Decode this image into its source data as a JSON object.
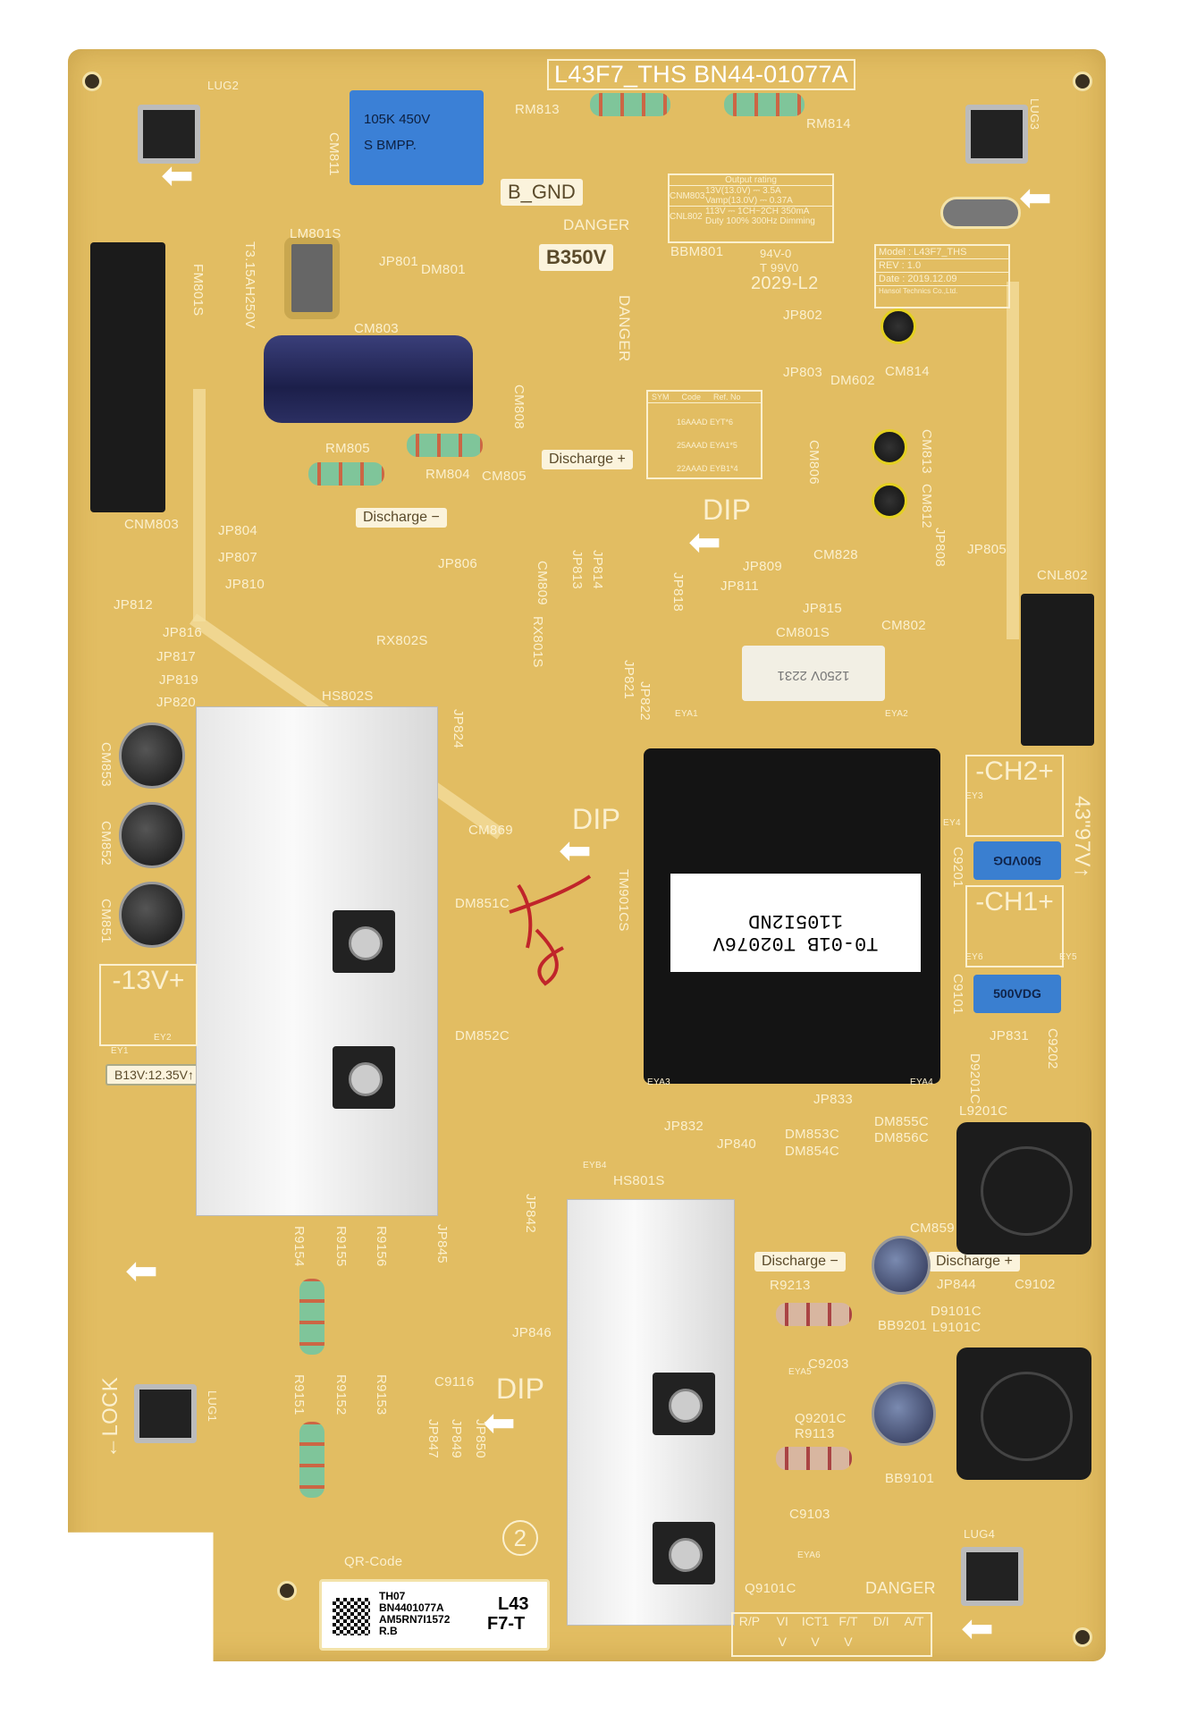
{
  "board_title": "L43F7_THS BN44-01077A",
  "cap_cm811": {
    "line1": "105K  450V",
    "line2": "S     BMPP."
  },
  "tags": {
    "b_gnd": "B_GND",
    "b350v": "B350V",
    "discharge_plus": "Discharge +",
    "discharge_minus": "Discharge −",
    "discharge_minus2": "Discharge −",
    "discharge_plus2": "Discharge +",
    "b13v": "B13V:12.35V↑"
  },
  "danger": [
    "DANGER",
    "DANGER",
    "DANGER"
  ],
  "dip": [
    "DIP",
    "DIP",
    "DIP"
  ],
  "output_rating": {
    "title": "Output rating",
    "rows": [
      {
        "conn": "CNM803",
        "l1": "13V(13.0V) ⎓ 3.5A",
        "l2": "Vamp(13.0V) ⎓ 0.37A"
      },
      {
        "conn": "CNL802",
        "l1": "113V ⎓ 1CH~2CH 350mA",
        "l2": "Duty 100% 300Hz Dimming"
      }
    ]
  },
  "model_box": {
    "model": "Model : L43F7_THS",
    "rev": "REV : 1.0",
    "date": "Date : 2019.12.09",
    "maker": "Hansol Technics Co.,Ltd."
  },
  "ul_mark": {
    "line1": "94V-0",
    "line2": "T 99V0",
    "date_code": "2029-L2"
  },
  "sym_table": {
    "headers": [
      "SYM",
      "Code",
      "Ref. No"
    ],
    "rows": [
      [
        "16AAAD",
        "EYT*6"
      ],
      [
        "25AAAD",
        "EYA1*5"
      ],
      [
        "22AAAD",
        "EYB1*4"
      ]
    ]
  },
  "voltage_boxes": {
    "ch2": "-CH2+",
    "ch1": "-CH1+",
    "v13": "-13V+",
    "vout": "43\"97V↑"
  },
  "blue_caps": [
    "500VDG",
    "500VDG"
  ],
  "transformer": {
    "line1": "T0-01B T02076V",
    "line2": "1105I2ND"
  },
  "cm801s_label": "1250V 2231",
  "lugs": [
    "LUG2",
    "LUG3",
    "LUG1",
    "LUG4"
  ],
  "lock": "←LOCK",
  "qr_label": {
    "caption": "QR-Code",
    "l1": "TH07",
    "l2": "BN4401077A",
    "l3": "AM5RN7I1572",
    "l4": "R.B",
    "r1": "L43",
    "r2": "F7-T"
  },
  "check_table": {
    "headers": [
      "R/P",
      "VI",
      "ICT1",
      "F/T",
      "D/I",
      "A/T"
    ],
    "marks": [
      "",
      "V",
      "V",
      "V",
      "",
      ""
    ]
  },
  "circle_number": "2",
  "refs": [
    "RM813",
    "RM814",
    "CM811",
    "LM801S",
    "JP801",
    "DM801",
    "FM801S",
    "T3.15AH250V",
    "CM803",
    "CM808",
    "RM805",
    "RM804",
    "CM805",
    "CNM803",
    "JP804",
    "JP807",
    "JP810",
    "JP806",
    "CM809",
    "JP813",
    "JP814",
    "JP812",
    "JP816",
    "JP817",
    "JP819",
    "JP820",
    "RX802S",
    "RX801S",
    "HS802S",
    "JP824",
    "BBM801",
    "JP802",
    "JP803",
    "DM602",
    "CM814",
    "CM806",
    "CM813",
    "CM812",
    "JP808",
    "JP805",
    "CM828",
    "JP809",
    "JP811",
    "JP818",
    "JP815",
    "CM801S",
    "CM802",
    "JP821",
    "JP822",
    "CNL802",
    "CM869",
    "TM901CS",
    "DM851C",
    "DM852C",
    "EYA1",
    "EYA2",
    "C9201",
    "C9101",
    "JP831",
    "C9202",
    "D9201C",
    "L9201C",
    "JP833",
    "JP832",
    "JP840",
    "DM853C",
    "DM854C",
    "DM855C",
    "DM856C",
    "EYB4",
    "HS801S",
    "JP842",
    "JP845",
    "CM859",
    "R9213",
    "JP844",
    "C9102",
    "D9101C",
    "L9101C",
    "BB9201",
    "JP846",
    "C9203",
    "EYA5",
    "C9116",
    "Q9201C",
    "R9113",
    "BB9101",
    "R9154",
    "R9155",
    "R9156",
    "R9151",
    "R9152",
    "R9153",
    "JP847",
    "JP849",
    "JP850",
    "C9103",
    "EYA6",
    "Q9101C",
    "CM853",
    "CM852",
    "CM851",
    "EYA3",
    "EYA4",
    "EY3",
    "EY4",
    "EY5",
    "EY6",
    "EY1",
    "EY2"
  ]
}
